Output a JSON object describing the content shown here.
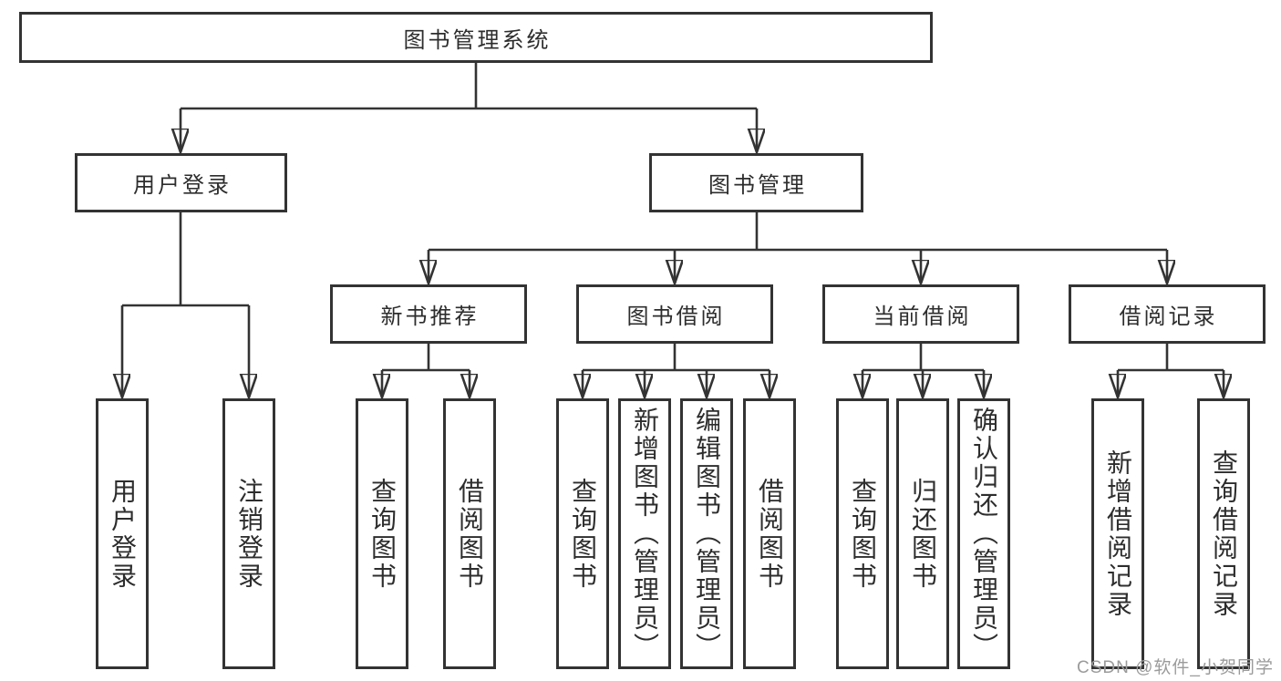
{
  "colors": {
    "line": "#333333",
    "node_border": "#333333",
    "node_text": "#2d2d2d",
    "watermark_text": "#9b9b9b",
    "background": "#ffffff"
  },
  "watermark": "CSDN @软件_小贺同学",
  "tree": {
    "root": {
      "label": "图书管理系统",
      "children": [
        {
          "label": "用户登录",
          "children": [
            {
              "label": "用户登录"
            },
            {
              "label": "注销登录"
            }
          ]
        },
        {
          "label": "图书管理",
          "children": [
            {
              "label": "新书推荐",
              "children": [
                {
                  "label": "查询图书"
                },
                {
                  "label": "借阅图书"
                }
              ]
            },
            {
              "label": "图书借阅",
              "children": [
                {
                  "label": "查询图书"
                },
                {
                  "label": "新增图书（管理员）"
                },
                {
                  "label": "编辑图书（管理员）"
                },
                {
                  "label": "借阅图书"
                }
              ]
            },
            {
              "label": "当前借阅",
              "children": [
                {
                  "label": "查询图书"
                },
                {
                  "label": "归还图书"
                },
                {
                  "label": "确认归还（管理员）"
                }
              ]
            },
            {
              "label": "借阅记录",
              "children": [
                {
                  "label": "新增借阅记录"
                },
                {
                  "label": "查询借阅记录"
                }
              ]
            }
          ]
        }
      ]
    }
  }
}
